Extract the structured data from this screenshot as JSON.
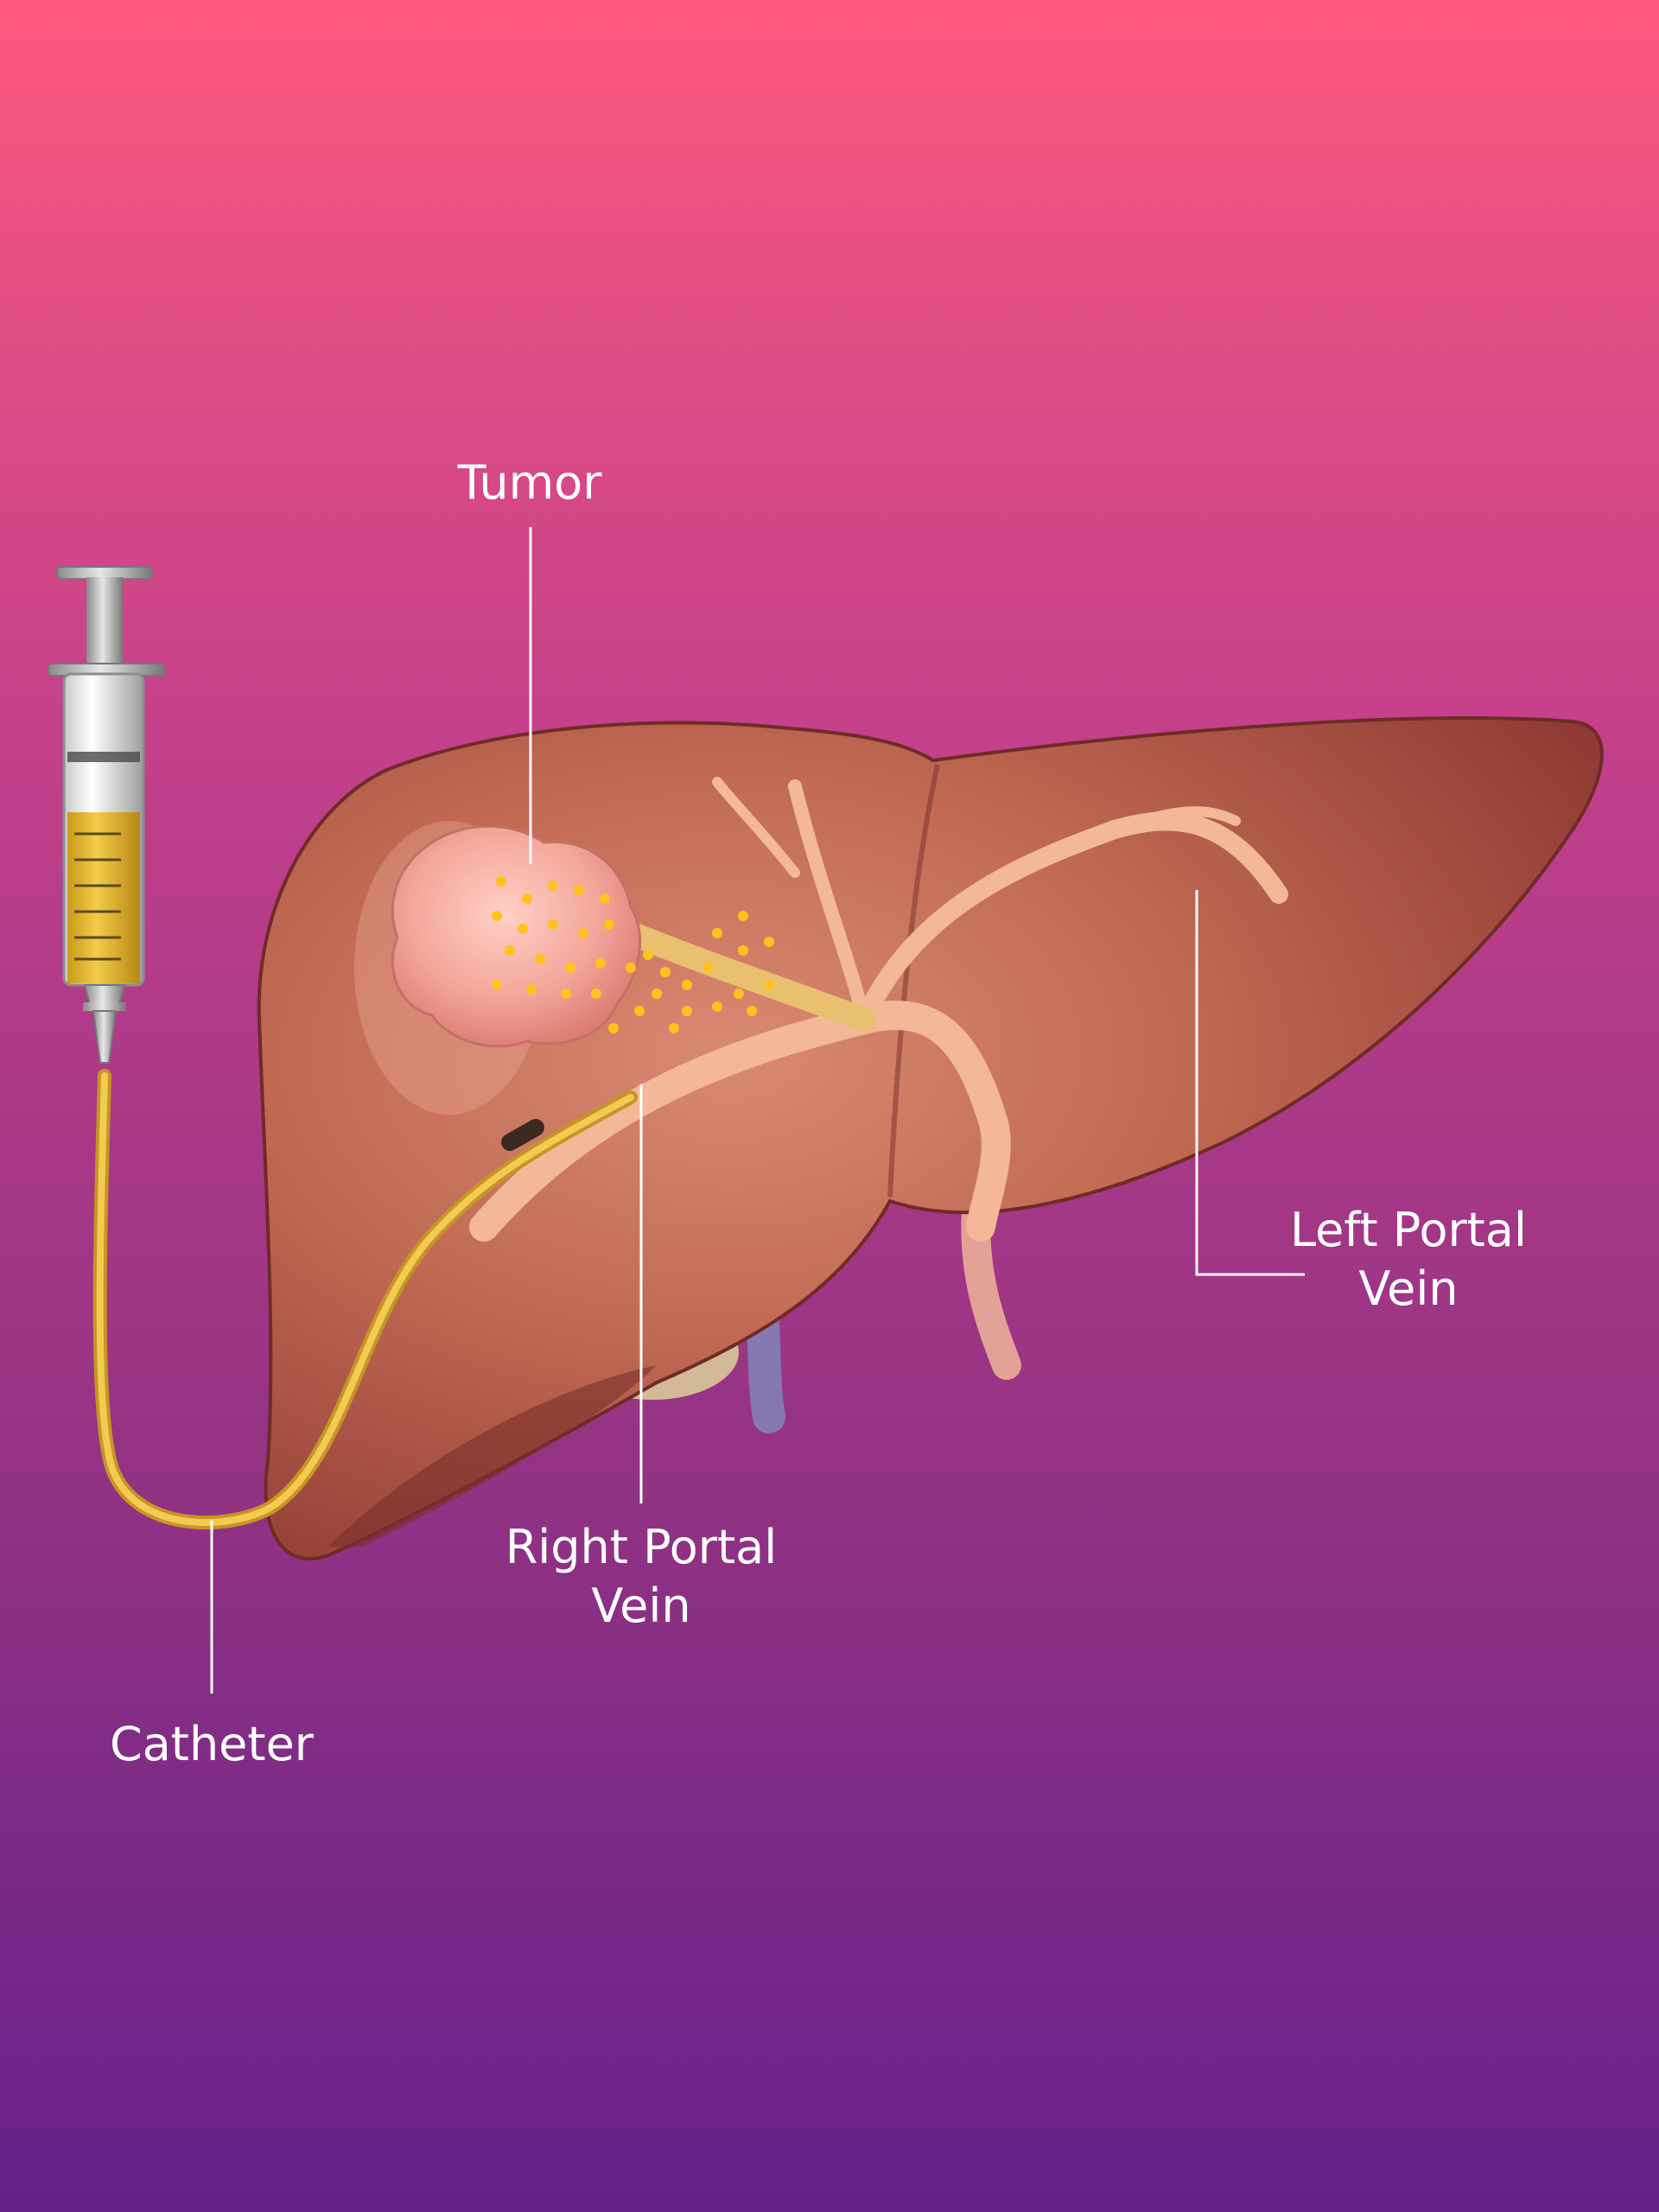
{
  "labels": {
    "tumor": "Tumor",
    "left_portal_vein": [
      "Left Portal",
      "Vein"
    ],
    "right_portal_vein": [
      "Right Portal",
      "Vein"
    ],
    "catheter": "Catheter"
  },
  "colors": {
    "background_top": "#ff587d",
    "background_bottom": "#66228a",
    "liver": "#b55a47",
    "tumor": "#f0a39a",
    "catheter": "#e8b63a",
    "vein": "#f2b898",
    "label_text": "#ffffff"
  }
}
